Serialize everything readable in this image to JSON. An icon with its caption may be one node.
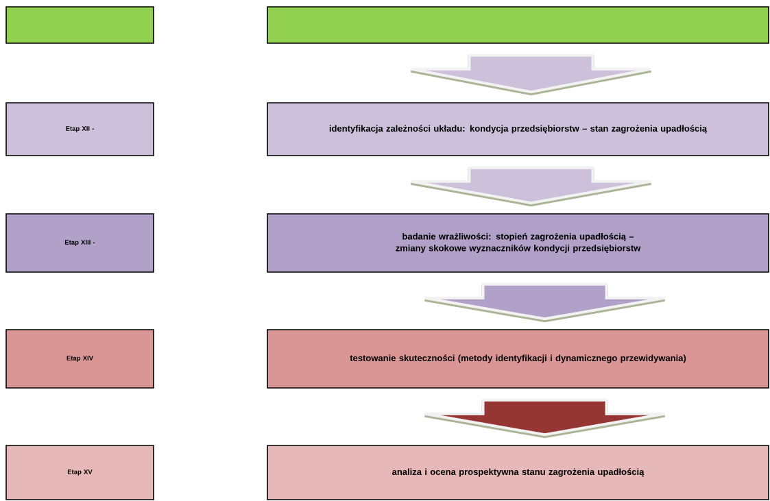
{
  "diagram": {
    "nodes": [
      {
        "text": [],
        "shape": "box"
      },
      {
        "text": [],
        "shape": "box"
      },
      {
        "text": [
          "Etap XII -"
        ]
      },
      {
        "text": [
          "identyfikacja zależności układu: kondycja przedsiębiorstw – stan zagrożenia upadłością"
        ]
      },
      {
        "text": [
          "Etap XIII -"
        ]
      },
      {
        "text": [
          "badanie wrażliwości: stopień zagrożenia upadłością – zmiany skokowe wyznaczników kondycji przedsiębiorstw"
        ]
      },
      {
        "text": [
          "Etap XIV"
        ]
      },
      {
        "text": [
          "testowanie skuteczności (metody identyfikacji i dynamicznego przewidywania)"
        ]
      },
      {
        "text": [
          "Etap XV"
        ]
      },
      {
        "text": [
          "analiza i ocena prospektywna stanu zagrożenia upadłością"
        ]
      }
    ],
    "edges": [
      {
        "from": 1,
        "to": 3,
        "arrow": "to",
        "style": "thick",
        "color": "#ccc0da"
      },
      {
        "from": 3,
        "to": 5,
        "arrow": "to",
        "style": "thick",
        "color": "#ccc0da"
      },
      {
        "from": 5,
        "to": 7,
        "arrow": "to",
        "style": "thick",
        "color": "#b1a0c7"
      },
      {
        "from": 7,
        "to": 9,
        "arrow": "to",
        "style": "thick",
        "color": "#963634"
      }
    ]
  }
}
